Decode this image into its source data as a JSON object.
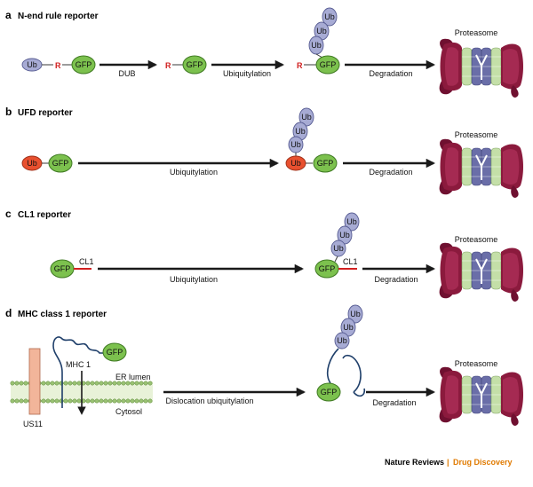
{
  "panels": {
    "a": {
      "letter": "a",
      "title": "N-end rule reporter",
      "step1": "DUB",
      "step2": "Ubiquitylation",
      "step3": "Degradation"
    },
    "b": {
      "letter": "b",
      "title": "UFD reporter",
      "step1": "Ubiquitylation",
      "step2": "Degradation"
    },
    "c": {
      "letter": "c",
      "title": "CL1 reporter",
      "step1": "Ubiquitylation",
      "step2": "Degradation"
    },
    "d": {
      "letter": "d",
      "title": "MHC class 1 reporter",
      "step1": "Dislocation ubiquitylation",
      "step2": "Degradation",
      "er_lumen": "ER lumen",
      "cytosol": "Cytosol",
      "mhc": "MHC 1",
      "us11": "US11"
    }
  },
  "molecules": {
    "gfp": "GFP",
    "ub": "Ub",
    "r": "R",
    "cl1": "CL1"
  },
  "proteasome": {
    "label": "Proteasome"
  },
  "credit": {
    "journal": "Nature Reviews",
    "separator": "|",
    "section": "Drug Discovery"
  },
  "colors": {
    "gfp": "#7cc14e",
    "ub": "#a7abd4",
    "ub_red": "#e8502f",
    "proteasome_cap": "#8b1a3d",
    "proteasome_ring": "#6a6ea8",
    "proteasome_ring_light": "#c4dfa8",
    "r_text": "#d12020",
    "discovery": "#e07a00"
  }
}
